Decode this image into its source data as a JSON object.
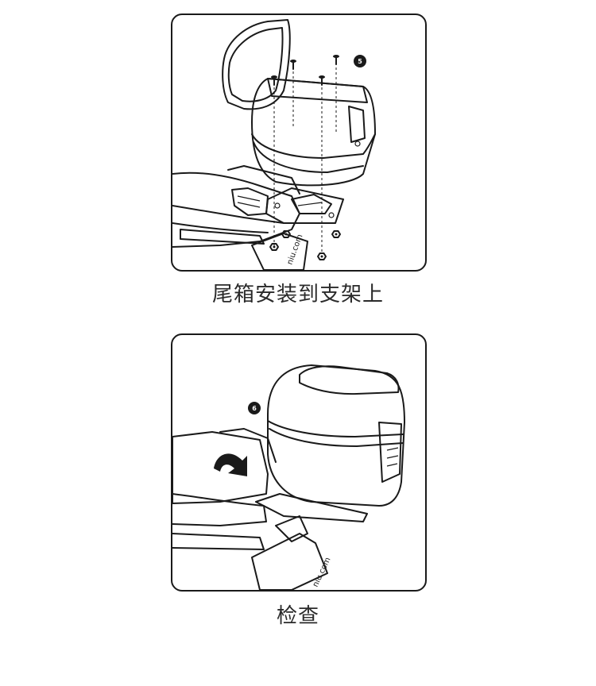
{
  "steps": [
    {
      "number": "5",
      "caption": "尾箱安装到支架上",
      "brand_label": "niu.com"
    },
    {
      "number": "6",
      "caption": "检查",
      "brand_label": "niu.com"
    }
  ],
  "icons": {
    "step_badge": "numbered-circle-icon",
    "rotate_arrow": "curved-arrow-icon",
    "screw": "screw-icon",
    "nut": "nut-icon"
  }
}
